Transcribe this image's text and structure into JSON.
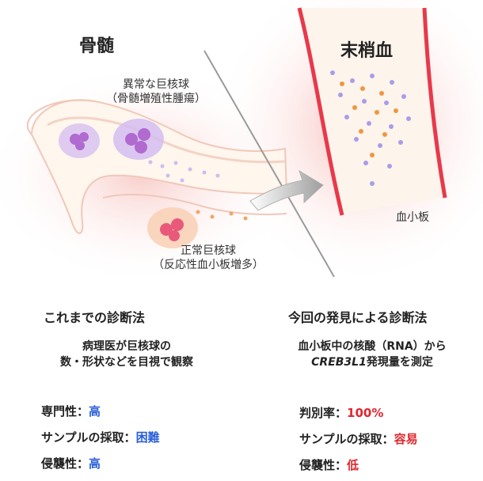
{
  "header": {
    "bone_marrow": "骨髄",
    "peripheral_blood": "末梢血"
  },
  "labels": {
    "abnormal_line1": "異常な巨核球",
    "abnormal_line2": "（骨髄増殖性腫瘍）",
    "normal_line1": "正常巨核球",
    "normal_line2": "（反応性血小板増多）",
    "platelet": "血小板"
  },
  "left": {
    "title": "これまでの診断法",
    "desc_line1": "病理医が巨核球の",
    "desc_line2": "数・形状などを目視で観察",
    "rows": [
      {
        "label": "専門性：",
        "value": "高"
      },
      {
        "label": "サンプルの採取：",
        "value": "困難"
      },
      {
        "label": "侵襲性：",
        "value": "高"
      }
    ]
  },
  "right": {
    "title": "今回の発見による診断法",
    "desc_line1": "血小板中の核酸（RNA）から",
    "desc_gene": "CREB3L1",
    "desc_line2_rest": "発現量を測定",
    "rows": [
      {
        "label": "判別率：",
        "value": "100%"
      },
      {
        "label": "サンプルの採取：",
        "value": "容易"
      },
      {
        "label": "侵襲性：",
        "value": "低"
      }
    ]
  },
  "colors": {
    "left_value": "#2b5fd9",
    "right_value": "#e0262e",
    "vessel_wall": "#e8394a",
    "abnormal_cell": "#b48ad8",
    "normal_cell": "#f3b08a",
    "platelet_purple": "#9a8fe0",
    "platelet_orange": "#f0963f"
  }
}
